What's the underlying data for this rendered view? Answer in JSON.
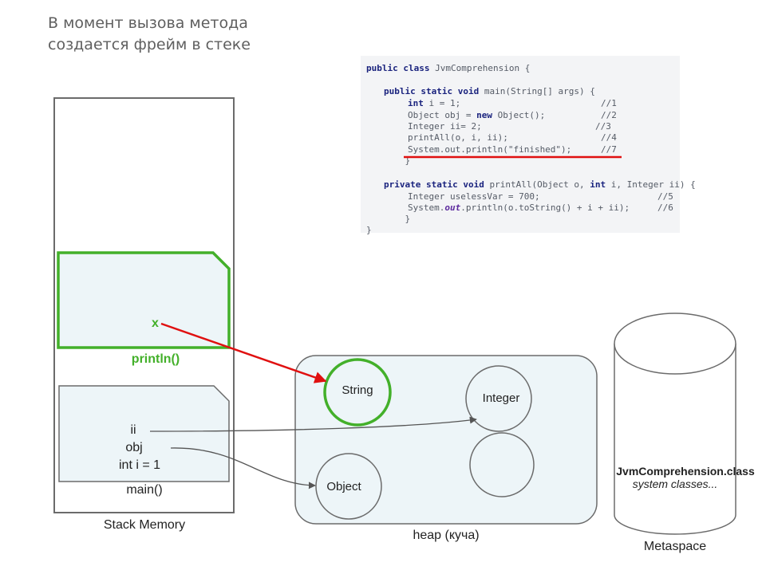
{
  "title": {
    "line1": "В момент вызова метода",
    "line2": "создается фрейм в стеке"
  },
  "code": {
    "lines": [
      {
        "text": "public class JvmComprehension {",
        "comment": ""
      },
      {
        "text": "    public static void main(String[] args) {",
        "comment": ""
      },
      {
        "text": "        int i = 1;",
        "comment": "//1"
      },
      {
        "text": "        Object obj = new Object();",
        "comment": "//2"
      },
      {
        "text": "        Integer ii= 2;",
        "comment": "//3"
      },
      {
        "text": "        printAll(o, i, ii);",
        "comment": "//4"
      },
      {
        "text": "        System.out.println(\"finished\");",
        "comment": "//7"
      },
      {
        "text": "    }",
        "comment": ""
      },
      {
        "text": "    private static void printAll(Object o, int i, Integer ii) {",
        "comment": ""
      },
      {
        "text": "        Integer uselessVar = 700;",
        "comment": "//5"
      },
      {
        "text": "        System.out.println(o.toString() + i + ii);",
        "comment": "//6"
      },
      {
        "text": "    }",
        "comment": ""
      },
      {
        "text": "}",
        "comment": ""
      }
    ],
    "underline_color": "#e01010"
  },
  "stack": {
    "label": "Stack Memory",
    "println_frame": {
      "label": "println()",
      "variable": "x",
      "color": "#43b02a"
    },
    "main_frame": {
      "label": "main()",
      "variables": [
        "ii",
        "obj",
        "int i = 1"
      ]
    }
  },
  "heap": {
    "label": "heap (куча)",
    "objects": {
      "string": "String",
      "integer": "Integer",
      "object": "Object",
      "empty": ""
    }
  },
  "metaspace": {
    "label": "Metaspace",
    "class_name": "JvmComprehension.class",
    "system_classes": "system classes..."
  },
  "colors": {
    "frame_fill": "#edf5f8",
    "highlight_green": "#43b02a",
    "reference_red": "#e01010",
    "border_gray": "#6b6b6b",
    "arrow_gray": "#555555"
  }
}
